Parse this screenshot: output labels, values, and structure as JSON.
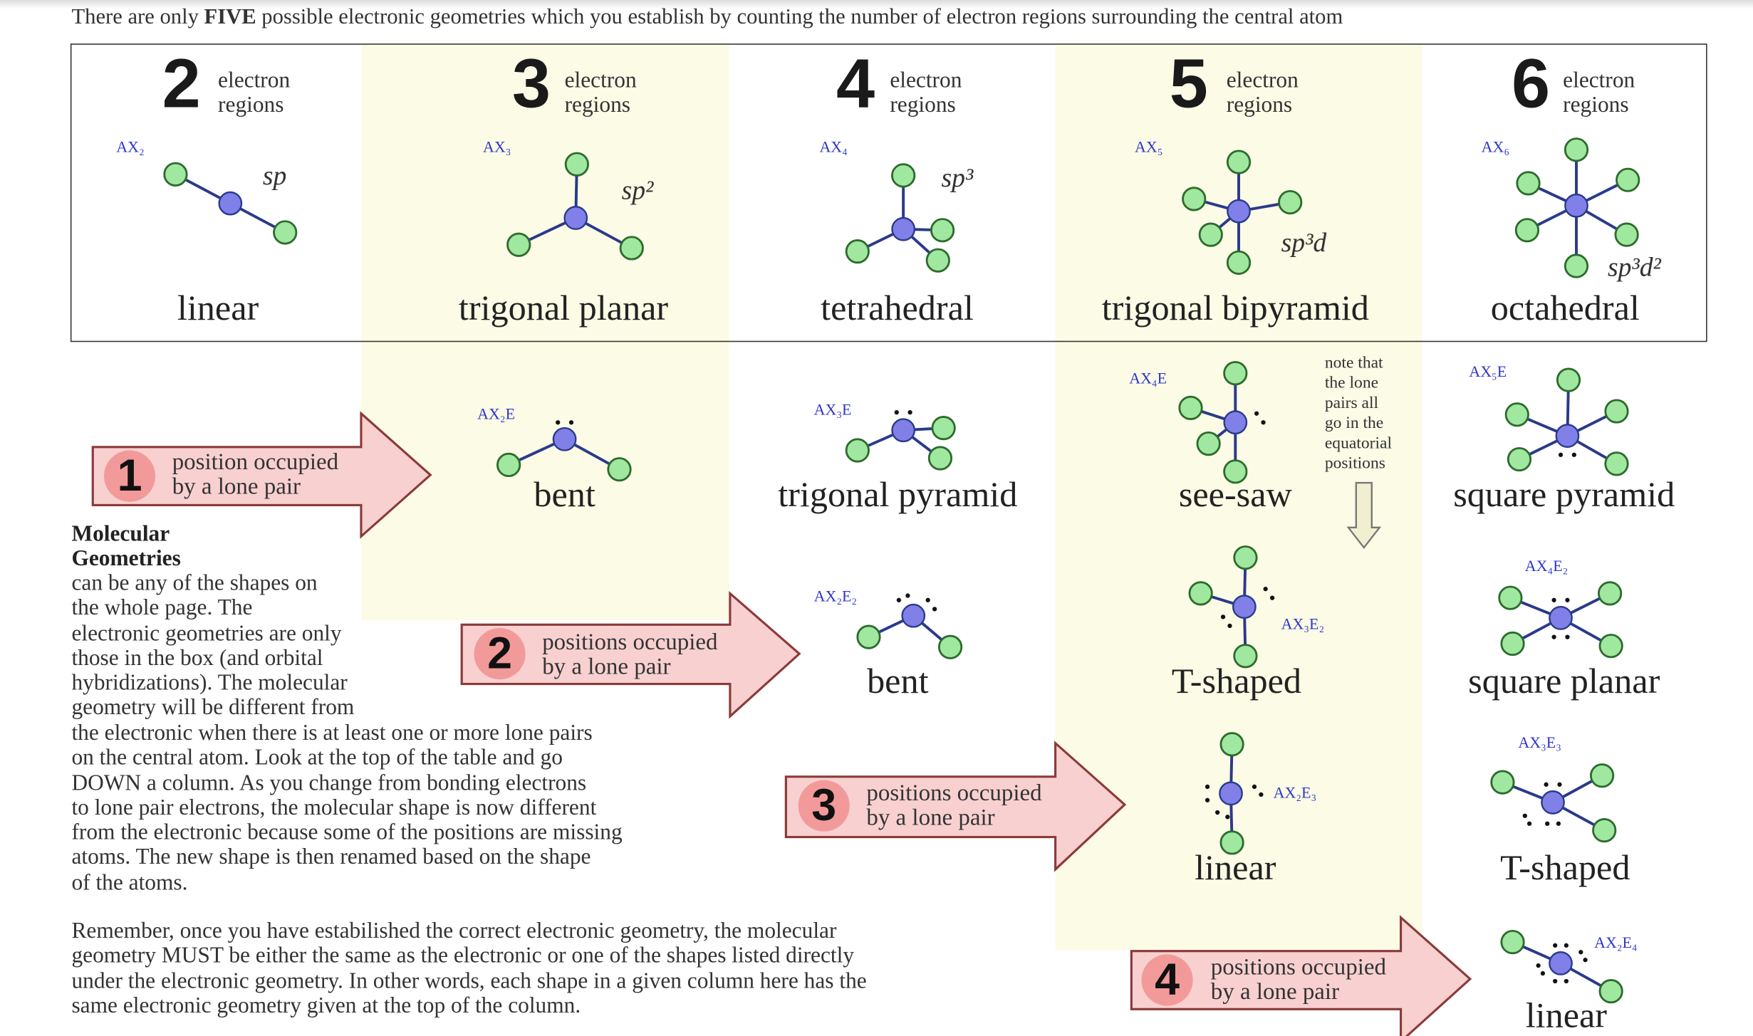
{
  "intro": {
    "before": "There are only ",
    "bold": "FIVE",
    "after": " possible electronic geometries which you establish by counting the number of electron regions surrounding the central atom"
  },
  "regions_label": "electron\nregions",
  "electronic": [
    {
      "count": "2",
      "ax": "AX₂",
      "hybrid": "sp",
      "name": "linear"
    },
    {
      "count": "3",
      "ax": "AX₃",
      "hybrid": "sp²",
      "name": "trigonal planar"
    },
    {
      "count": "4",
      "ax": "AX₄",
      "hybrid": "sp³",
      "name": "tetrahedral"
    },
    {
      "count": "5",
      "ax": "AX₅",
      "hybrid": "sp³d",
      "name": "trigonal bipyramid"
    },
    {
      "count": "6",
      "ax": "AX₆",
      "hybrid": "sp³d²",
      "name": "octahedral"
    }
  ],
  "molecular": {
    "row1": [
      {
        "ax": "AX₂E",
        "name": "bent"
      },
      {
        "ax": "AX₃E",
        "name": "trigonal pyramid"
      },
      {
        "ax": "AX₄E",
        "name": "see-saw"
      },
      {
        "ax": "AX₅E",
        "name": "square pyramid"
      }
    ],
    "row2": [
      {
        "ax": "AX₂E₂",
        "name": "bent"
      },
      {
        "ax": "AX₃E₂",
        "name": "T-shaped"
      },
      {
        "ax": "AX₄E₂",
        "name": "square planar"
      }
    ],
    "row3": [
      {
        "ax": "AX₂E₃",
        "name": "linear"
      },
      {
        "ax": "AX₃E₃",
        "name": "T-shaped"
      }
    ],
    "row4": [
      {
        "ax": "AX₂E₄",
        "name": "linear"
      }
    ]
  },
  "note": "note that\nthe lone\npairs all\ngo in the\nequatorial\npositions",
  "arrows": [
    {
      "num": "1",
      "text": "position occupied\nby a lone pair"
    },
    {
      "num": "2",
      "text": "positions occupied\nby a lone pair"
    },
    {
      "num": "3",
      "text": "positions occupied\nby a lone pair"
    },
    {
      "num": "4",
      "text": "positions occupied\nby a lone pair"
    }
  ],
  "mol_geo_title": "Molecular\nGeometries",
  "mol_geo_text_narrow": "can be any of the shapes on\nthe whole page. The\nelectronic geometries are only\nthose in the box (and orbital\nhybridizations). The molecular\ngeometry will be different from",
  "mol_geo_text_wide": "the electronic when there is at least one or more lone pairs\non the central atom. Look at the top of the table and go\nDOWN a column. As you change from bonding electrons\nto lone pair electrons, the molecular shape is now different\nfrom the electronic because some of the positions are missing\natoms. The new shape is then renamed based on the shape\nof the atoms.",
  "remember": "Remember, once you have estabilished the correct electronic geometry, the molecular\ngeometry MUST be either the same as the electronic or one of the shapes listed directly\nunder the electronic geometry. In other words, each shape in a given column here has the\nsame electronic geometry given at the top of the column.",
  "colors": {
    "central_atom": "#8080e8",
    "outer_atom": "#a0e8a0",
    "arrow_fill": "#f8d0d0",
    "number_circle": "#f29a9a",
    "column_shade": "#fbfbe6",
    "ax_label": "#2e36c8"
  }
}
